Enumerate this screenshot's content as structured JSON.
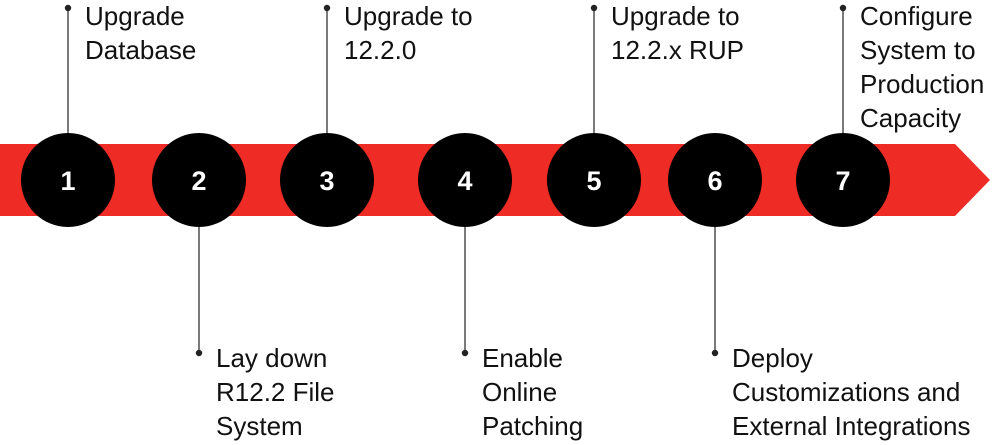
{
  "colors": {
    "arrow": "#ee2b24",
    "circle": "#000000",
    "number": "#ffffff",
    "connector": "#222222",
    "text": "#111111"
  },
  "steps": [
    {
      "number": "1",
      "label": [
        "Upgrade",
        "Database"
      ],
      "position": "above"
    },
    {
      "number": "2",
      "label": [
        "Lay down",
        "R12.2 File",
        "System"
      ],
      "position": "below"
    },
    {
      "number": "3",
      "label": [
        "Upgrade to",
        "12.2.0"
      ],
      "position": "above"
    },
    {
      "number": "4",
      "label": [
        "Enable",
        "Online",
        "Patching"
      ],
      "position": "below"
    },
    {
      "number": "5",
      "label": [
        "Upgrade to",
        "12.2.x RUP"
      ],
      "position": "above"
    },
    {
      "number": "6",
      "label": [
        "Deploy",
        "Customizations and",
        "External Integrations"
      ],
      "position": "below"
    },
    {
      "number": "7",
      "label": [
        "Configure",
        "System to",
        "Production",
        "Capacity"
      ],
      "position": "above"
    }
  ]
}
